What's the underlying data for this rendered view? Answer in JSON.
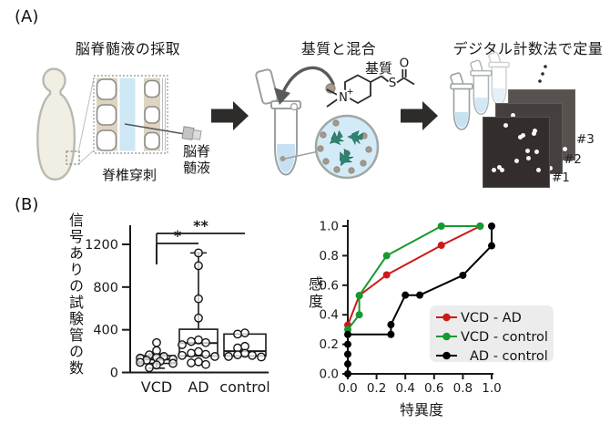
{
  "panelA": {
    "label": "(A)",
    "collect": {
      "title": "脳脊髄液の採取",
      "inset_caption": "脊椎穿刺",
      "fluid_label": "脳脊髄液"
    },
    "mix": {
      "title": "基質と混合",
      "substrate_label": "基質",
      "atom_o": "O",
      "atom_s": "S",
      "atom_n": "N",
      "atom_plus": "+"
    },
    "quantify": {
      "title": "デジタル計数法で定量",
      "chips": [
        {
          "label": "#1",
          "dot_count": 13
        },
        {
          "label": "#2",
          "dot_count": 8
        },
        {
          "label": "#3",
          "dot_count": 3
        }
      ]
    }
  },
  "panelB": {
    "label": "(B)"
  },
  "chart_data": [
    {
      "type": "box",
      "title": "",
      "ylabel": "信号ありの試験管の数",
      "categories": [
        "VCD",
        "AD",
        "control"
      ],
      "ylim": [
        0,
        1400
      ],
      "yticks": [
        0,
        400,
        800,
        1200
      ],
      "boxes": [
        {
          "category": "VCD",
          "q1": 85,
          "median": 122,
          "q3": 158,
          "whisker_low": 40,
          "whisker_high": 175,
          "points": [
            280,
            205,
            165,
            150,
            140,
            135,
            125,
            115,
            105,
            95,
            85,
            70,
            45
          ]
        },
        {
          "category": "AD",
          "q1": 155,
          "median": 275,
          "q3": 405,
          "whisker_low": null,
          "whisker_high": 1120,
          "points": [
            1120,
            1000,
            690,
            510,
            305,
            290,
            280,
            260,
            195,
            180,
            170,
            160,
            150,
            100,
            90,
            75
          ]
        },
        {
          "category": "control",
          "q1": 155,
          "median": 200,
          "q3": 360,
          "whisker_low": null,
          "whisker_high": null,
          "points": [
            370,
            360,
            245,
            230,
            180,
            165,
            160,
            150,
            145
          ]
        }
      ],
      "significance": [
        {
          "from": "VCD",
          "to": "AD",
          "label": "*"
        },
        {
          "from": "VCD",
          "to": "control",
          "label": "**"
        }
      ]
    },
    {
      "type": "line",
      "xlabel": "特異度",
      "ylabel": "感度",
      "xlim": [
        0,
        1
      ],
      "ylim": [
        0,
        1
      ],
      "xticks": [
        "0.0",
        "0.2",
        "0.4",
        "0.6",
        "0.8",
        "1.0"
      ],
      "yticks": [
        "0.0",
        "0.2",
        "0.4",
        "0.6",
        "0.8",
        "1.0"
      ],
      "legend_position": "lower right",
      "series": [
        {
          "name": "VCD - AD",
          "color": "#cc1a1a",
          "points": [
            [
              0,
              0.33
            ],
            [
              0.08,
              0.53
            ],
            [
              0.27,
              0.67
            ],
            [
              0.65,
              0.87
            ],
            [
              0.92,
              1.0
            ]
          ]
        },
        {
          "name": "VCD - control",
          "color": "#169a2f",
          "points": [
            [
              0,
              0.3
            ],
            [
              0.08,
              0.4
            ],
            [
              0.08,
              0.53
            ],
            [
              0.27,
              0.8
            ],
            [
              0.65,
              1.0
            ],
            [
              0.92,
              1.0
            ]
          ]
        },
        {
          "name": "AD - control",
          "color": "#000000",
          "points": [
            [
              0,
              0
            ],
            [
              0,
              0.067
            ],
            [
              0,
              0.133
            ],
            [
              0,
              0.2
            ],
            [
              0,
              0.267
            ],
            [
              0.3,
              0.267
            ],
            [
              0.3,
              0.333
            ],
            [
              0.4,
              0.533
            ],
            [
              0.5,
              0.533
            ],
            [
              0.8,
              0.667
            ],
            [
              1.0,
              0.867
            ],
            [
              1.0,
              1.0
            ]
          ]
        }
      ]
    }
  ],
  "colors": {
    "red": "#cc1a1a",
    "green": "#169a2f",
    "black": "#000000",
    "legend_bg": "#ececec",
    "liquid_blue": "#c6e2f2",
    "body_beige": "#f1eee3",
    "strip_beige": "#ded4c0",
    "canal_blue": "#cde7f5",
    "protein_teal": "#2f8471",
    "chip_front": "#332e2b",
    "chip_mid": "#453f3d",
    "chip_back": "#575150"
  }
}
